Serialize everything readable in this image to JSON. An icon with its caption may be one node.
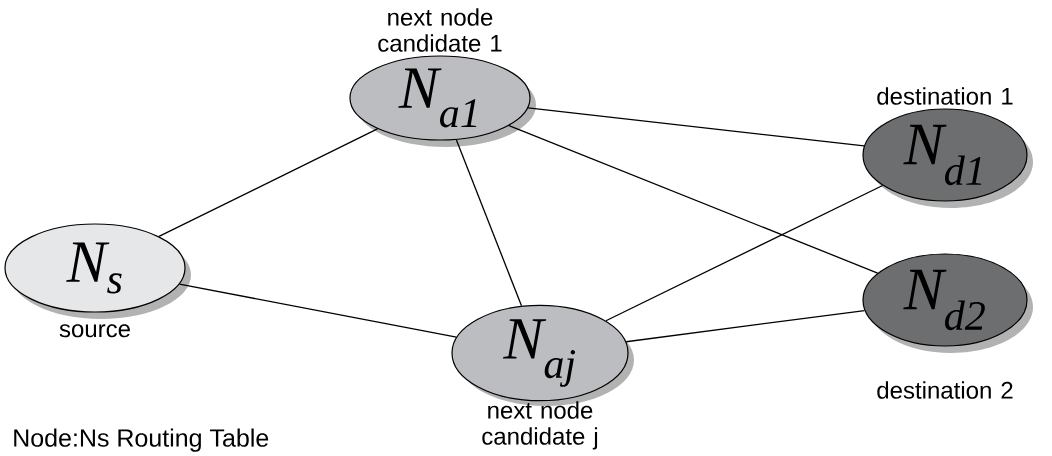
{
  "diagram": {
    "nodes": [
      {
        "text": [
          "N$_{s}$"
        ],
        "beside": [
          "source"
        ]
      },
      {
        "text": [
          "N$_{a1}$"
        ],
        "beside": [
          "next node candidate 1"
        ]
      },
      {
        "text": [
          "N$_{aj}$"
        ],
        "beside": [
          "next node candidate j"
        ]
      },
      {
        "text": [
          "N$_{d1}$"
        ],
        "beside": [
          "destination 1"
        ]
      },
      {
        "text": [
          "N$_{d2}$"
        ],
        "beside": [
          "destination 2"
        ]
      }
    ],
    "edges": [
      {
        "from": 0,
        "to": 1,
        "arrow": "none"
      },
      {
        "from": 0,
        "to": 2,
        "arrow": "none"
      },
      {
        "from": 1,
        "to": 2,
        "arrow": "none"
      },
      {
        "from": 1,
        "to": 3,
        "arrow": "none"
      },
      {
        "from": 1,
        "to": 4,
        "arrow": "none"
      },
      {
        "from": 2,
        "to": 3,
        "arrow": "none"
      },
      {
        "from": 2,
        "to": 4,
        "arrow": "none"
      }
    ],
    "labels": [
      "Node:Ns Routing Table"
    ]
  }
}
